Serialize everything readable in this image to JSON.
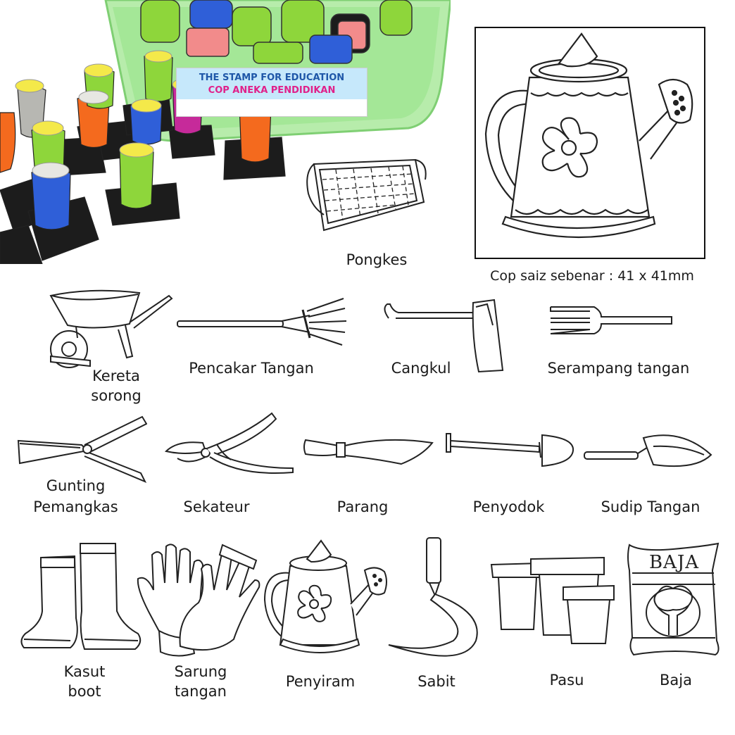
{
  "photo": {
    "banner_line1": "THE STAMP FOR EDUCATION",
    "banner_line2": "COP ANEKA PENDIDIKAN"
  },
  "sample": {
    "caption": "Cop saiz sebenar : 41 x 41mm"
  },
  "items": {
    "pongkes": "Pongkes",
    "kereta_sorong_1": "Kereta",
    "kereta_sorong_2": "sorong",
    "pencakar_tangan": "Pencakar Tangan",
    "cangkul": "Cangkul",
    "serampang_tangan": "Serampang tangan",
    "gunting_1": "Gunting",
    "gunting_2": "Pemangkas",
    "sekateur": "Sekateur",
    "parang": "Parang",
    "penyodok": "Penyodok",
    "sudip_tangan": "Sudip Tangan",
    "kasut_1": "Kasut",
    "kasut_2": "boot",
    "sarung_1": "Sarung",
    "sarung_2": "tangan",
    "penyiram": "Penyiram",
    "sabit": "Sabit",
    "pasu": "Pasu",
    "baja": "Baja",
    "baja_bag_text": "BAJA"
  },
  "colors": {
    "line": "#222222",
    "box_green": "#9be58f",
    "stamp_orange": "#f46a1e",
    "stamp_green": "#8ed63b",
    "stamp_blue": "#2f5fd8",
    "stamp_magenta": "#c62a9a",
    "stamp_gray": "#b7b7b2",
    "stamp_cap": "#f4e94a",
    "stamp_base": "#1c1c1c",
    "banner_blue": "#1f57a8",
    "banner_pink": "#e0218a"
  }
}
